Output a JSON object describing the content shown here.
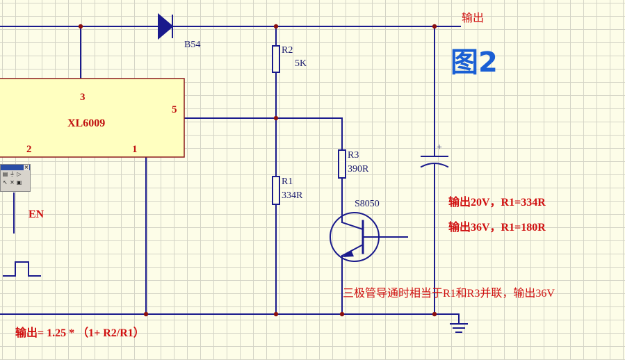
{
  "labels": {
    "output_top": "输出",
    "diode": "B54",
    "r2_name": "R2",
    "r2_value": "5K",
    "figure": "图2",
    "pin3": "3",
    "chip": "XL6009",
    "pin5": "5",
    "pin2": "2",
    "pin1": "1",
    "r3_name": "R3",
    "r3_value": "390R",
    "r1_name": "R1",
    "r1_value": "334R",
    "cap_plus": "+",
    "transistor": "S8050",
    "en": "EN",
    "out20": "输出20V，R1=334R",
    "out36": "输出36V，R1=180R",
    "note": "三极管导通时相当于R1和R3并联，输出36V",
    "formula": "输出= 1.25 * （1+ R2/R1）"
  },
  "toolbox": {
    "close": "×",
    "row1": [
      "▤",
      "⏚",
      "▷"
    ],
    "row2": [
      "↖",
      "✕",
      "▣"
    ]
  },
  "colors": {
    "wire": "#1a1a8c",
    "junction": "#8b1010",
    "chip_fill": "#ffffc0",
    "chip_border": "#8b1a1a",
    "label_red": "#d01010",
    "figure_blue": "#1a5fd4"
  }
}
